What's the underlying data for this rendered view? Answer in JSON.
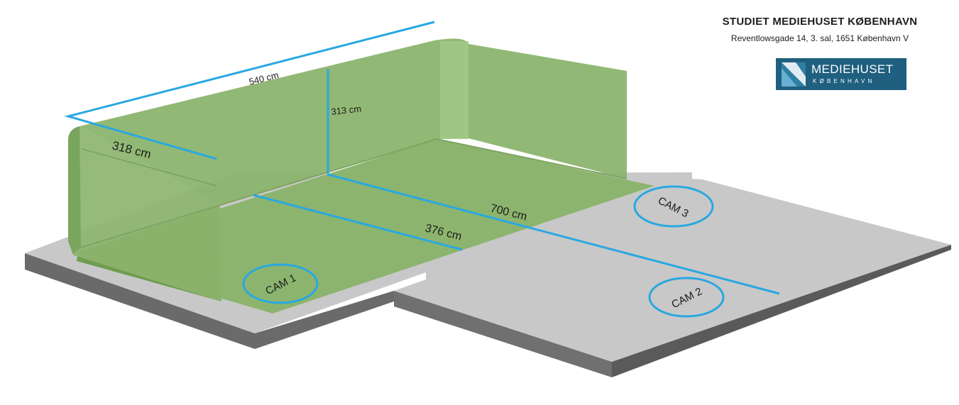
{
  "header": {
    "title": "STUDIET MEDIEHUSET KØBENHAVN",
    "address": "Reventlowsgade 14, 3. sal, 1651 København V"
  },
  "logo": {
    "name": "MEDIEHUSET",
    "city": "KØBENHAVN",
    "background_color": "#1f5f7f"
  },
  "dimensions": {
    "width_back": "540 cm",
    "height": "313 cm",
    "depth_left": "318 cm",
    "length_floor": "700 cm",
    "width_front": "376 cm"
  },
  "cameras": [
    {
      "label": "CAM 1"
    },
    {
      "label": "CAM 2"
    },
    {
      "label": "CAM 3"
    }
  ],
  "colors": {
    "green_screen": "#8cb46e",
    "platform": "#c8c8c9",
    "platform_edge": "#6a6a6b",
    "measure_line": "#29a8e0"
  }
}
